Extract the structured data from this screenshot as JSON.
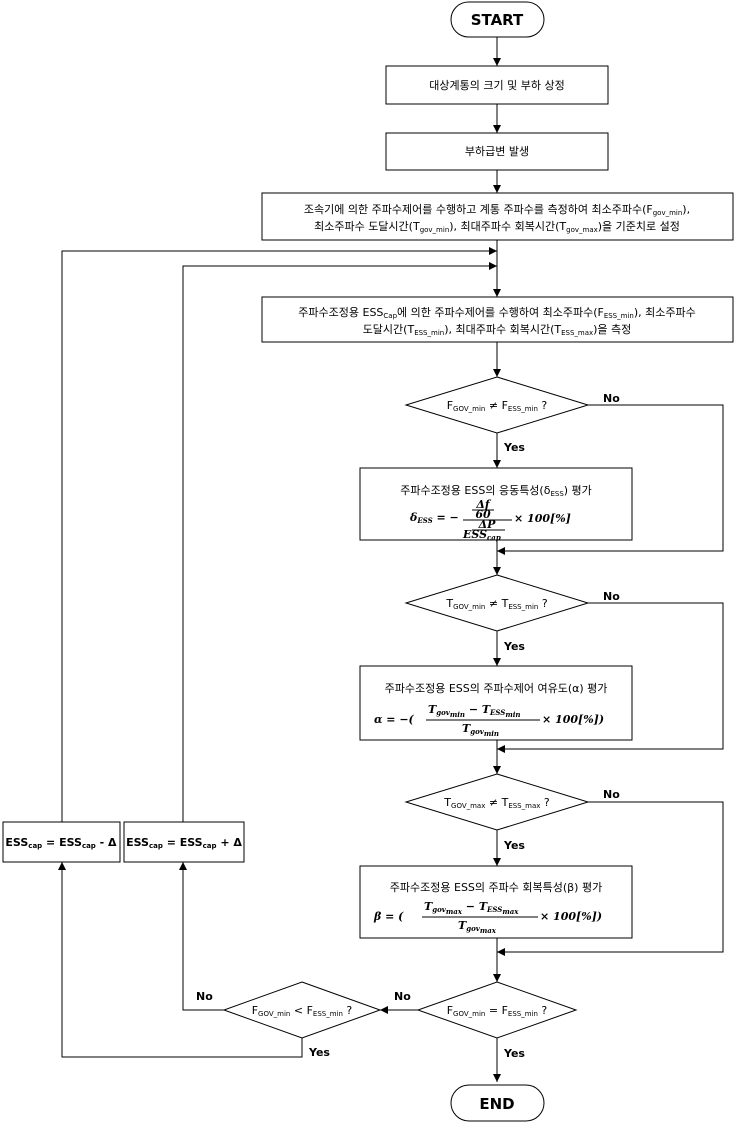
{
  "start": "START",
  "end": "END",
  "step1": "대상계통의 크기 및 부하 상정",
  "step2": "부하급변 발생",
  "step3": {
    "l1_a": "조속기에 의한 주파수제어를 수행하고 계통 주파수를 측정하여 최소주파수(F",
    "l1_sub": "gov_min",
    "l1_b": "),",
    "l2_a": "최소주파수 도달시간(T",
    "l2_sub1": "gov_min",
    "l2_b": "), 최대주파수 회복시간(T",
    "l2_sub2": "gov_max",
    "l2_c": ")을 기준치로 설정"
  },
  "step4": {
    "l1_a": "주파수조정용 ESS",
    "l1_sub1": "Cap",
    "l1_b": "에 의한 주파수제어를 수행하여 최소주파수(F",
    "l1_sub2": "ESS_min",
    "l1_c": "), 최소주파수",
    "l2_a": "도달시간(T",
    "l2_sub1": "ESS_min",
    "l2_b": "), 최대주파수 회복시간(T",
    "l2_sub2": "ESS_max",
    "l2_c": ")을 측정"
  },
  "d1": {
    "a": "F",
    "sub1": "GOV_min",
    "op": " ≠ F",
    "sub2": "ESS_min",
    "q": " ?"
  },
  "d2": {
    "a": "T",
    "sub1": "GOV_min",
    "op": " ≠ T",
    "sub2": "ESS_min",
    "q": " ?"
  },
  "d3": {
    "a": "T",
    "sub1": "GOV_max",
    "op": " ≠ T",
    "sub2": "ESS_max",
    "q": " ?"
  },
  "d4": {
    "a": "F",
    "sub1": "GOV_min",
    "op": " = F",
    "sub2": "ESS_min",
    "q": " ?"
  },
  "d5": {
    "a": "F",
    "sub1": "GOV_min",
    "op": " < F",
    "sub2": "ESS_min",
    "q": " ?"
  },
  "p1": {
    "a": "주파수조정용 ESS의 응동특성(δ",
    "sub": "ESS",
    "b": ") 평가",
    "f_lhs": "δ",
    "f_lhs_sub": "ESS",
    "f_eq": " = −",
    "f_num1": "Δf",
    "f_num2": "60",
    "f_den1": "ΔP",
    "f_den2": "ESS",
    "f_den2_sub": "cap",
    "f_tail": " × 100[%]"
  },
  "p2": {
    "a": "주파수조정용 ESS의 주파수제어 여유도(α) 평가",
    "f_lhs": "α = −(",
    "f_n1": "T",
    "f_n1_sub": "gov",
    "f_n1_subsub": "min",
    "f_minus": " − T",
    "f_n2_sub": "ESS",
    "f_n2_subsub": "min",
    "f_d": "T",
    "f_d_sub": "gov",
    "f_d_subsub": "min",
    "f_tail": " × 100[%])"
  },
  "p3": {
    "a": "주파수조정용 ESS의 주파수 회복특성(β) 평가",
    "f_lhs": "β = (",
    "f_n1": "T",
    "f_n1_sub": "gov",
    "f_n1_subsub": "max",
    "f_minus": " − T",
    "f_n2_sub": "ESS",
    "f_n2_subsub": "max",
    "f_d": "T",
    "f_d_sub": "gov",
    "f_d_subsub": "max",
    "f_tail": " × 100[%])"
  },
  "minus_box": {
    "a": "ESS",
    "sub1": "cap",
    "b": " = ESS",
    "sub2": "cap",
    "c": " - Δ"
  },
  "plus_box": {
    "a": "ESS",
    "sub1": "cap",
    "b": " = ESS",
    "sub2": "cap",
    "c": " + Δ"
  },
  "labels": {
    "yes": "Yes",
    "no": "No"
  }
}
